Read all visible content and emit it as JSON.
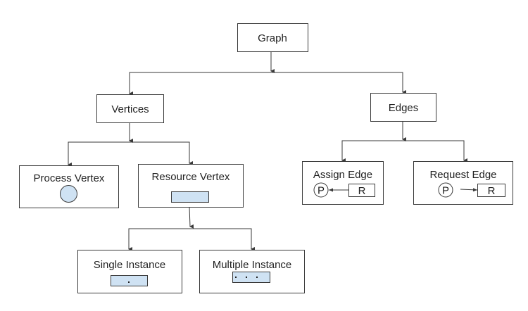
{
  "diagram": {
    "title": "Graph",
    "colors": {
      "stroke": "#3a3a3a",
      "text": "#222222",
      "shape_fill": "#cfe2f3",
      "background": "#ffffff"
    },
    "nodes": {
      "graph": {
        "label": "Graph"
      },
      "vertices": {
        "label": "Vertices"
      },
      "edges": {
        "label": "Edges"
      },
      "process_vertex": {
        "label": "Process Vertex",
        "symbol": "circle"
      },
      "resource_vertex": {
        "label": "Resource Vertex",
        "symbol": "rectangle"
      },
      "single_instance": {
        "label": "Single Instance",
        "symbol": "rectangle",
        "instances": 1
      },
      "multiple_instance": {
        "label": "Multiple Instance",
        "symbol": "rectangle",
        "instances": 3
      },
      "assign_edge": {
        "label": "Assign Edge",
        "process": "P",
        "resource": "R",
        "direction": "R -> P"
      },
      "request_edge": {
        "label": "Request Edge",
        "process": "P",
        "resource": "R",
        "direction": "P -> R"
      }
    },
    "edges": [
      {
        "from": "graph",
        "to": "vertices"
      },
      {
        "from": "graph",
        "to": "edges"
      },
      {
        "from": "vertices",
        "to": "process_vertex"
      },
      {
        "from": "vertices",
        "to": "resource_vertex"
      },
      {
        "from": "resource_vertex",
        "to": "single_instance"
      },
      {
        "from": "resource_vertex",
        "to": "multiple_instance"
      },
      {
        "from": "edges",
        "to": "assign_edge"
      },
      {
        "from": "edges",
        "to": "request_edge"
      }
    ]
  }
}
